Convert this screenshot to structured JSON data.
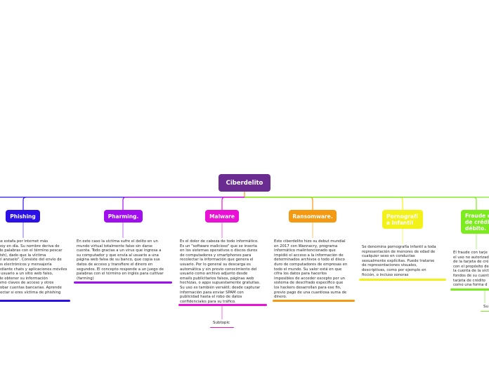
{
  "central": {
    "label": "Ciberdelito",
    "color": "#6a2c91"
  },
  "branches": [
    {
      "label": "Phishing",
      "color": "#2b10e8",
      "description": "se estafa por internet más\nhoy en día. Su nombre deriva de\nde palabras con el término pescar\nfish), dado que la víctima\nel anzuelo\". Consiste del envío de\nos electrónicos y mensajería\nediante chats y aplicaciones móviles\nl usuario a un sitio web falso,\nde obtener su información\nomo claves de acceso y otros\nrobar cuentas bancarias. Aprende\ntectar si eres víctima de phishing"
    },
    {
      "label": "Pharming.",
      "color": "#a00ef0",
      "description": "En este caso la víctima sufre el delito en un\nmundo virtual totalmente falso sin darse\ncuenta. Todo gracias a un virus que ingresa a\nsu computador y que envía al usuario a una\npágina web falsa de su banco, que copia sus\ndatos de acceso y transfiere el dinero en\nsegundos. El concepto responde a un juego de\npalabras con el término en inglés para cultivar\n(farming)"
    },
    {
      "label": "Malware",
      "color": "#ea10d6",
      "description": "Es el dolor de cabeza de todo informático.\nEs un \"software malicioso\" que se inserta\nen los sistemas operativos o discos duros\nde computadores y smartphones para\nrecolectar la información que genera el\nusuario. Por lo general su descarga es\nautomática y sin previo conocimiento del\nusuario como archivo adjunto desde\nemails publicitarios falsos, páginas web\nhechizas, o apps supuestamente gratuitas.\nSu uso es también versátil; desde capturar\ninformación para enviar SPAM con\npublicidad hasta el robo de datos\nconfidenciales para su tráfico.",
      "subtopic": "Subtopic"
    },
    {
      "label": "Ransomware.",
      "color": "#f39a12",
      "description": "Este ciberdelito hizo su debut mundial\nen 2017 con Wannacry, programa\ninformático malintencionado que\nimpidió el acceso a la información de\ndeterminados archivos o todo el disco\nduro de computadores de empresas en\ntodo el mundo. Su valor está en que\ncifra los datos para hacerlos\nimposibles de acceder excepto por un\nsistema de descifrado específico que\nlos hackers desarrollan para ese fin,\nprevio pago de una cuantiosa suma de\ndinero."
    },
    {
      "label": "Pornografí\na infantil",
      "color": "#f2f21a",
      "description": "Se denomina pornografía infantil a toda\nrepresentación de menores de edad de\ncualquier sexo en conductas\nsexualmente explícitas. Puede tratarse\nde representaciones visuales,\ndescriptivas, como por ejemplo en\nficción, o incluso sonoras"
    },
    {
      "label": "Fraude c\nde crédit\ndébito.",
      "color": "#7cec1e",
      "description": "El fraude con tarje\nel uso no autorizad\nde la tarjeta de cré\ncon el propósito de\nla cuenta de la víct\nfondos de su cuent\ntarjeta de crédito \ncomo una forma d",
      "subtopic": "Su"
    }
  ]
}
